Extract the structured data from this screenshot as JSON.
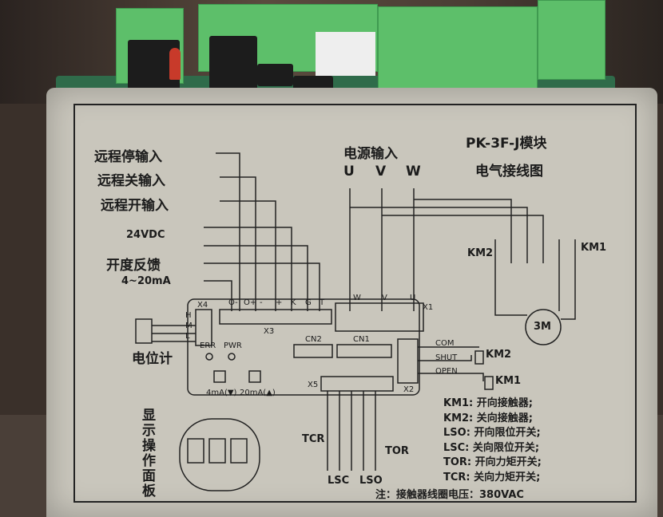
{
  "title": "PK-3F-J模块",
  "subtitle": "电气接线图",
  "inputs": {
    "remote_stop": "远程停输入",
    "remote_close": "远程关输入",
    "remote_open": "远程开输入",
    "v24": "24VDC",
    "feedback": "开度反馈",
    "ma": "4~20mA"
  },
  "power": {
    "label": "电源输入",
    "u": "U",
    "v": "V",
    "w": "W"
  },
  "contactors": {
    "km1": "KM1",
    "km2": "KM2",
    "motor": "3M"
  },
  "x3": {
    "name": "X3",
    "pins": [
      "O-",
      "O+",
      "-",
      "+",
      "K",
      "G",
      "T"
    ]
  },
  "x4": {
    "name": "X4",
    "pins": [
      "H",
      "M",
      "L"
    ]
  },
  "x1": {
    "name": "X1",
    "pins": [
      "W",
      "V",
      "U"
    ]
  },
  "x2": {
    "name": "X2",
    "pins": [
      "COM",
      "SHUT",
      "OPEN"
    ]
  },
  "x5": {
    "name": "X5"
  },
  "leds": {
    "err": "ERR",
    "pwr": "PWR"
  },
  "cn": {
    "cn2": "CN2",
    "cn1": "CN1"
  },
  "buttons": {
    "b4": "4mA(▼)",
    "b20": "20mA(▲)"
  },
  "pot": "电位计",
  "display": "显示操作面板",
  "switches": {
    "tcr": "TCR",
    "tor": "TOR",
    "lsc": "LSC",
    "lso": "LSO"
  },
  "legend": [
    {
      "k": "KM1:",
      "v": "开向接触器;"
    },
    {
      "k": "KM2:",
      "v": "关向接触器;"
    },
    {
      "k": "LSO:",
      "v": "开向限位开关;"
    },
    {
      "k": "LSC:",
      "v": "关向限位开关;"
    },
    {
      "k": "TOR:",
      "v": "开向力矩开关;"
    },
    {
      "k": "TCR:",
      "v": "关向力矩开关;"
    }
  ],
  "note": "注：接触器线圈电压：380VAC"
}
